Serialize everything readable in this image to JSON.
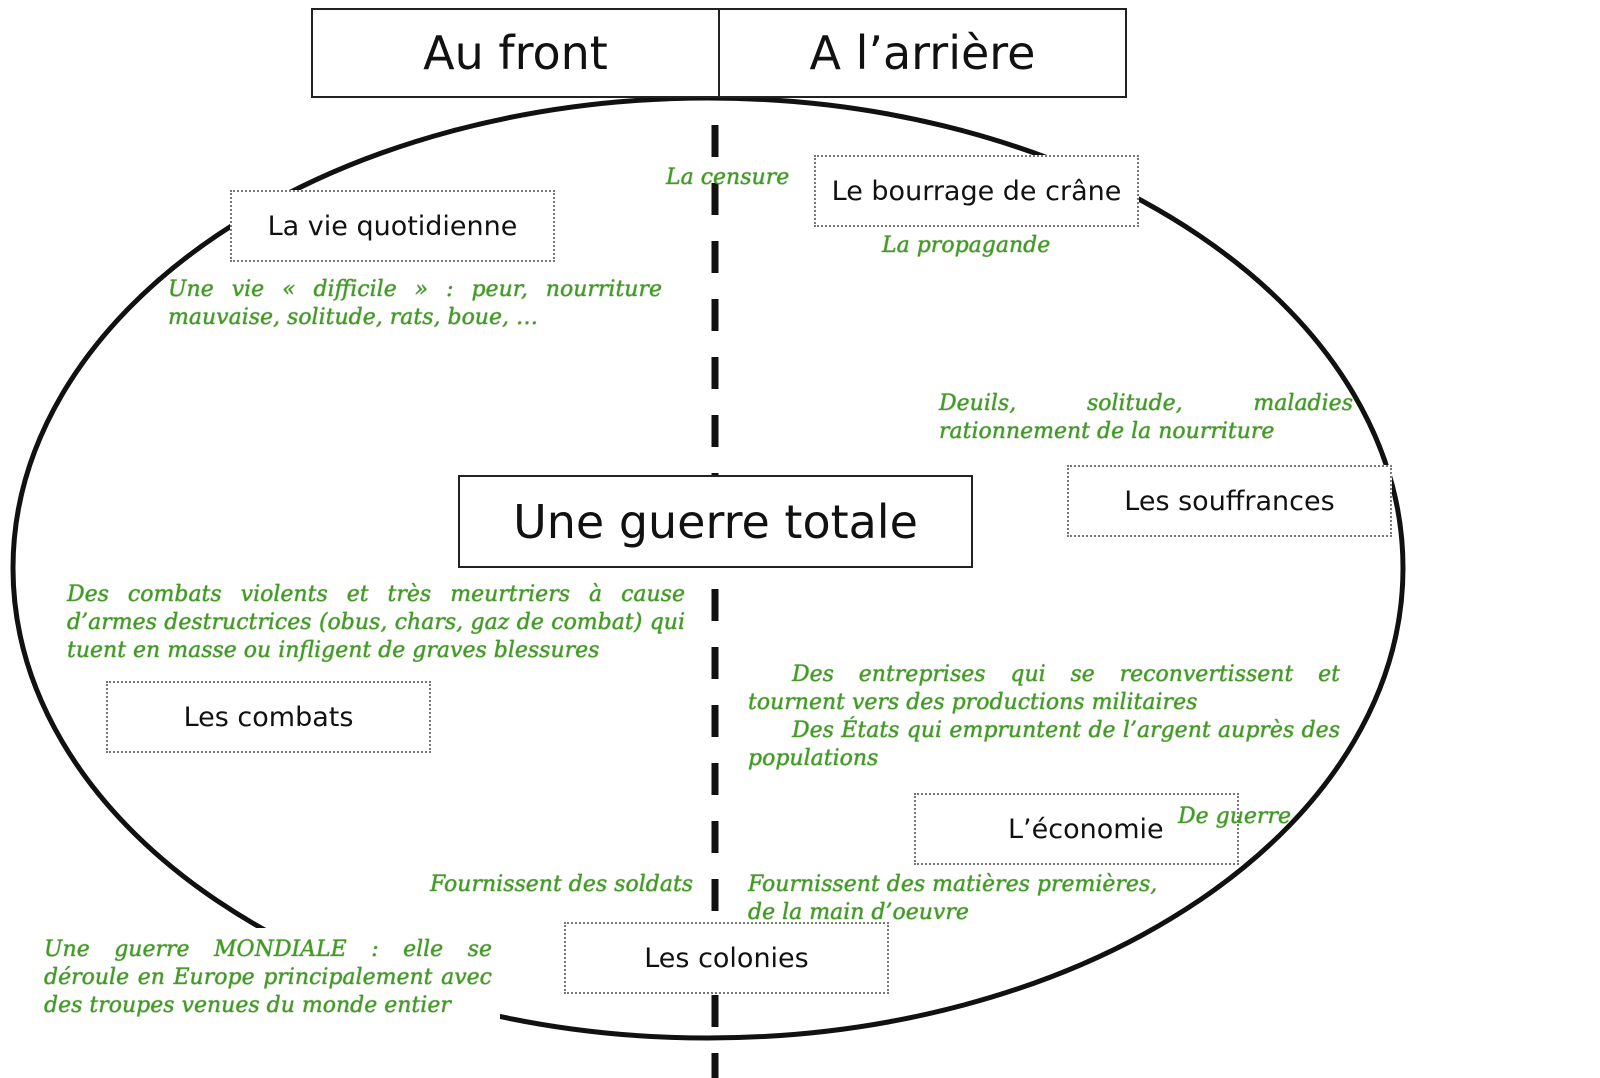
{
  "header": {
    "left": "Au front",
    "right": "A l’arrière"
  },
  "center": {
    "title": "Une guerre totale"
  },
  "boxes": {
    "vie": "La vie quotidienne",
    "bourrage": "Le bourrage de crâne",
    "souffrances": "Les souffrances",
    "combats": "Les combats",
    "economie": "L’économie",
    "colonies": "Les colonies"
  },
  "notes": {
    "censure": "La censure",
    "propagande": "La propagande",
    "vie_line1": "Une vie « difficile » : peur, nourriture",
    "vie_line2": "mauvaise, solitude, rats, boue, …",
    "souffrances_line1": "Deuils, solitude, maladies",
    "souffrances_line2": "rationnement de la nourriture",
    "combats_line1": "Des combats violents et très meurtriers à cause",
    "combats_line2": "d’armes destructrices (obus, chars, gaz de combat) qui",
    "combats_line3": "tuent en masse ou infligent de graves blessures",
    "eco_line1": "Des entreprises qui se reconvertissent et",
    "eco_line2": "tournent vers des productions militaires",
    "eco_line3": "Des États qui empruntent de l’argent auprès des",
    "eco_line4": "populations",
    "de_guerre": "De guerre",
    "soldats": "Fournissent des soldats",
    "matieres_line1": "Fournissent des matières premières,",
    "matieres_line2": "de la main d’oeuvre",
    "mondiale_line1": "Une guerre MONDIALE : elle se",
    "mondiale_line2": "déroule en Europe principalement avec",
    "mondiale_line3": "des troupes venues du monde entier"
  },
  "colors": {
    "note_green": "#3f9e1f",
    "ink": "#111111"
  }
}
